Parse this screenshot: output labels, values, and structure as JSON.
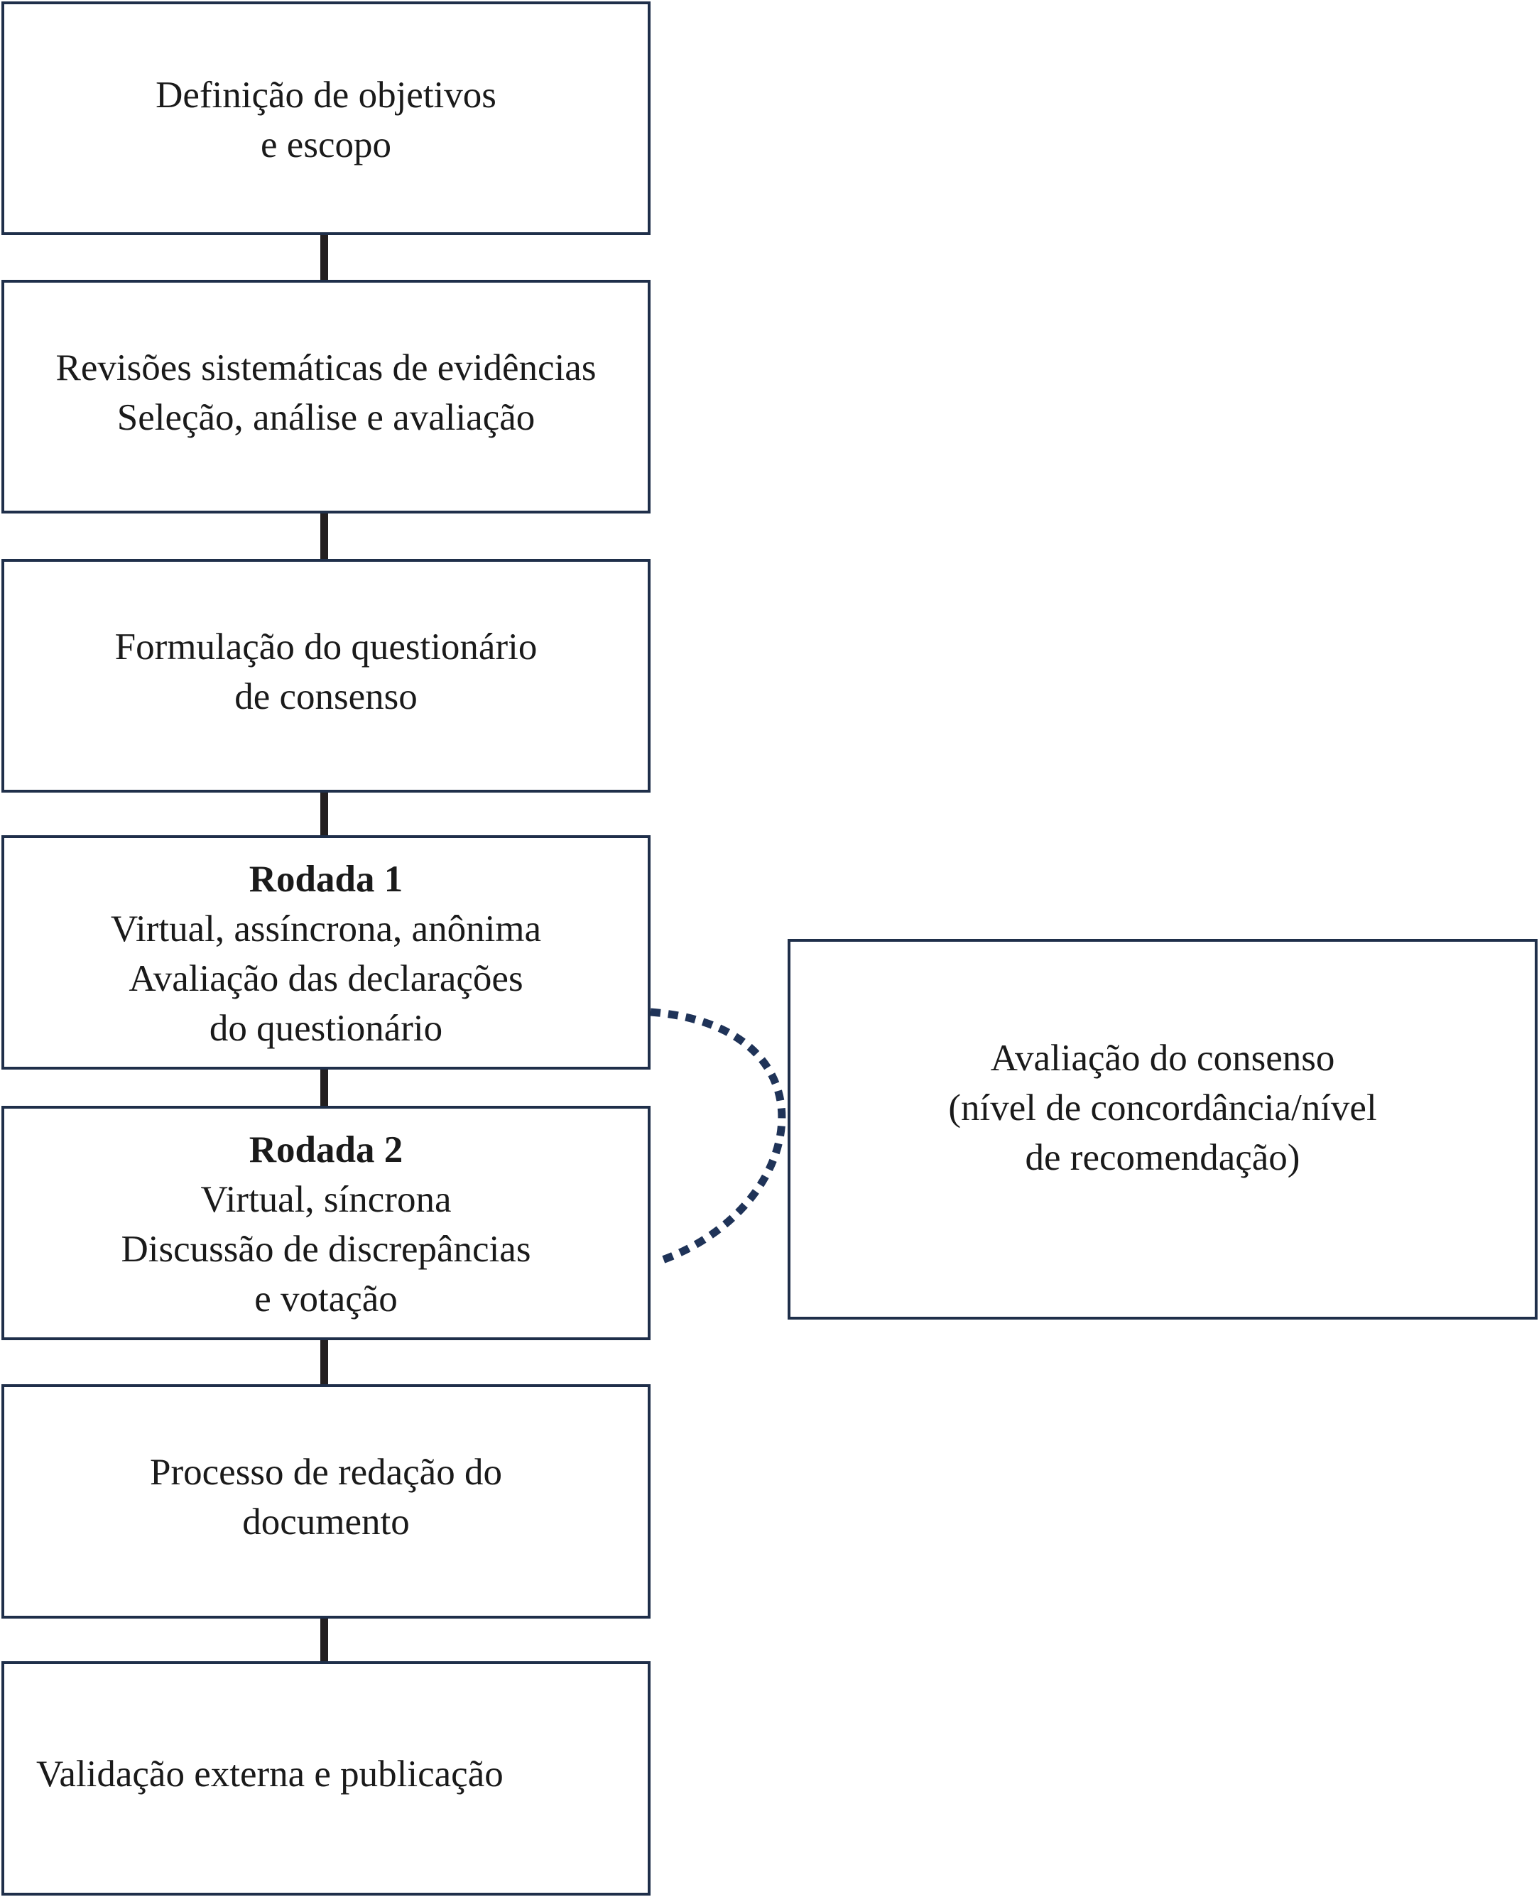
{
  "steps": [
    {
      "lines": [
        "Definição de objetivos",
        "e escopo"
      ]
    },
    {
      "lines": [
        "Revisões sistemáticas de evidências",
        "Seleção, análise e avaliação"
      ]
    },
    {
      "lines": [
        "Formulação do questionário",
        "de consenso"
      ]
    },
    {
      "title": "Rodada 1",
      "lines": [
        "Virtual, assíncrona, anônima",
        "Avaliação das declarações",
        "do questionário"
      ]
    },
    {
      "title": "Rodada 2",
      "lines": [
        "Virtual, síncrona",
        "Discussão de discrepâncias",
        "e votação"
      ]
    },
    {
      "lines": [
        "Processo de redação do",
        "documento"
      ]
    },
    {
      "lines": [
        "Validação externa e publicação"
      ]
    }
  ],
  "side_box": {
    "lines": [
      "Avaliação do consenso",
      "(nível de concordância/nível",
      "de recomendação)"
    ]
  },
  "colors": {
    "box_border": "#1f2f4a",
    "connector": "#231f20",
    "dotted_arc": "#1f3358"
  }
}
